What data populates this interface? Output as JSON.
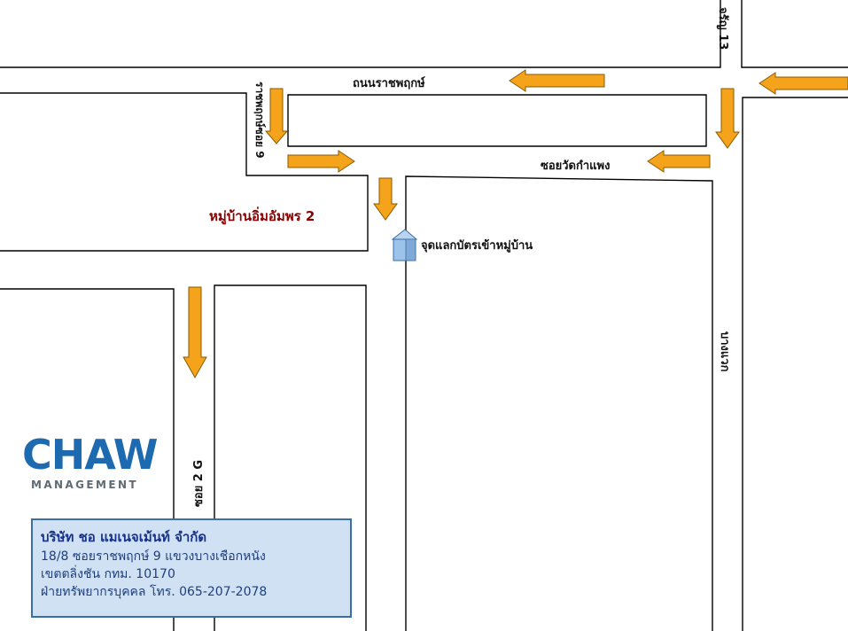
{
  "map": {
    "roads": {
      "ratchaphruek": "ถนนราชพฤกษ์",
      "charan13": "จรัญ 13",
      "ratchaphruek_soi9": "ราชพฤกษ์ซอย 9",
      "soi_wat_kamphaeng": "ซอยวัดกำแพง",
      "soi_2g": "ซอย 2 G",
      "puttabucha": "บางแวก"
    },
    "village": "หมู่บ้านอิ่มอัมพร 2",
    "gate": "จุดแลกบัตรเข้าหมู่บ้าน",
    "colors": {
      "arrow_fill": "#f5a31a",
      "arrow_stroke": "#8a5a00",
      "road_line": "#000000",
      "village_text": "#8b0000",
      "gate_icon": "#9cc3ea"
    },
    "icons": [
      "arrow-left-icon",
      "arrow-right-icon",
      "arrow-down-icon",
      "guard-house-icon"
    ]
  },
  "logo": {
    "word": "CHAW",
    "sub": "MANAGEMENT",
    "color": "#1d6ab0"
  },
  "company": {
    "name": "บริษัท ชอ แมเนจเม้นท์ จำกัด",
    "line1": "18/8 ซอยราชพฤกษ์ 9 แขวงบางเชือกหนัง",
    "line2": "เขตตลิ่งชัน กทม. 10170",
    "line3": "ฝ่ายทรัพยากรบุคคล โทร. 065-207-2078"
  }
}
